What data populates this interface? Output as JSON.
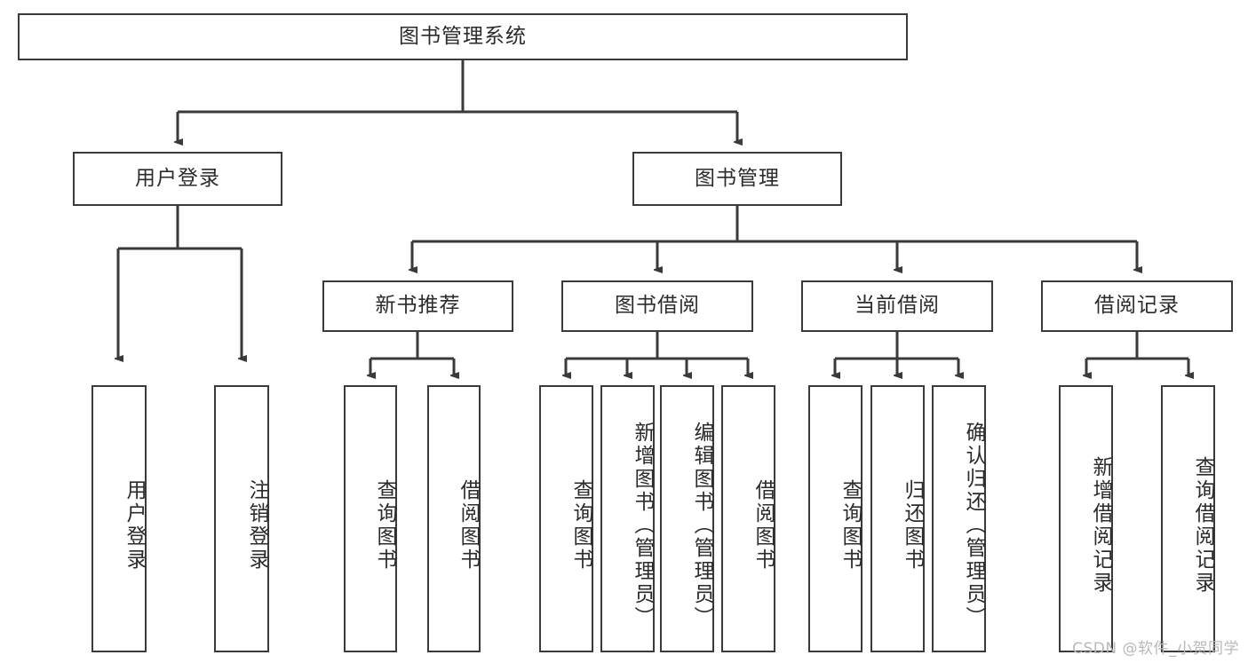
{
  "diagram": {
    "type": "tree-hierarchy-chart",
    "title": "图书管理系统",
    "watermark": "CSDN @软件_小贺同学",
    "colors": {
      "stroke": "#3a3a3a",
      "fill": "#ffffff",
      "text": "#2b2b2b",
      "watermark": "#b9b9b9"
    },
    "nodes": {
      "root": {
        "label": "图书管理系统"
      },
      "level2": [
        {
          "id": "user-login",
          "label": "用户登录"
        },
        {
          "id": "book-manage",
          "label": "图书管理"
        }
      ],
      "level3": [
        {
          "id": "new-book-recommend",
          "label": "新书推荐"
        },
        {
          "id": "book-borrow",
          "label": "图书借阅"
        },
        {
          "id": "current-borrow",
          "label": "当前借阅"
        },
        {
          "id": "borrow-record",
          "label": "借阅记录"
        }
      ],
      "leaves": {
        "user_login": [
          {
            "id": "leaf-user-login",
            "label": "用户登录"
          },
          {
            "id": "leaf-logout-login",
            "label": "注销登录"
          }
        ],
        "new_book_recommend": [
          {
            "id": "leaf-query-book-1",
            "label": "查询图书"
          },
          {
            "id": "leaf-borrow-book-1",
            "label": "借阅图书"
          }
        ],
        "book_borrow": [
          {
            "id": "leaf-query-book-2",
            "label": "查询图书"
          },
          {
            "id": "leaf-add-book",
            "label": "新增图书（管理员）"
          },
          {
            "id": "leaf-edit-book",
            "label": "编辑图书（管理员）"
          },
          {
            "id": "leaf-borrow-book-2",
            "label": "借阅图书"
          }
        ],
        "current_borrow": [
          {
            "id": "leaf-query-book-3",
            "label": "查询图书"
          },
          {
            "id": "leaf-return-book",
            "label": "归还图书"
          },
          {
            "id": "leaf-confirm-return",
            "label": "确认归还（管理员）"
          }
        ],
        "borrow_record": [
          {
            "id": "leaf-add-borrow-record",
            "label": "新增借阅记录"
          },
          {
            "id": "leaf-query-borrow-record",
            "label": "查询借阅记录"
          }
        ]
      }
    }
  }
}
